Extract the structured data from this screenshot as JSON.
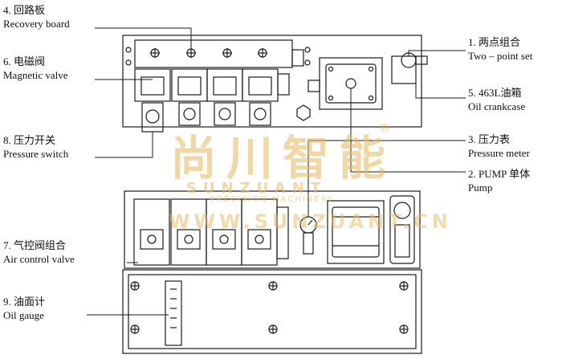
{
  "labels": {
    "recovery_board": {
      "cn": "4. 回路板",
      "en": "Recovery board"
    },
    "magnetic_valve": {
      "cn": "6. 电磁阀",
      "en": "Magnetic valve"
    },
    "pressure_switch": {
      "cn": "8. 压力开关",
      "en": "Pressure switch"
    },
    "air_control_valve": {
      "cn": "7. 气控阀组合",
      "en": "Air control valve"
    },
    "oil_gauge": {
      "cn": "9. 油面计",
      "en": "Oil gauge"
    },
    "two_point_set": {
      "cn": "1. 两点组合",
      "en": "Two – point set"
    },
    "oil_crankcase": {
      "cn": "5. 463L油箱",
      "en": "Oil crankcase"
    },
    "pressure_meter": {
      "cn": "3. 压力表",
      "en": "Pressure meter"
    },
    "pump": {
      "cn": "2. PUMP 单体",
      "en": "Pump"
    }
  },
  "watermark": {
    "cn": "尚川智能",
    "en": "SUNZUANT",
    "sub": "PRECISION MACHINERY",
    "url": "WWW.SUNZUANT.CN",
    "mark": "®"
  },
  "colors": {
    "line": "#1a1a1a",
    "watermark": "#e6b85a"
  }
}
